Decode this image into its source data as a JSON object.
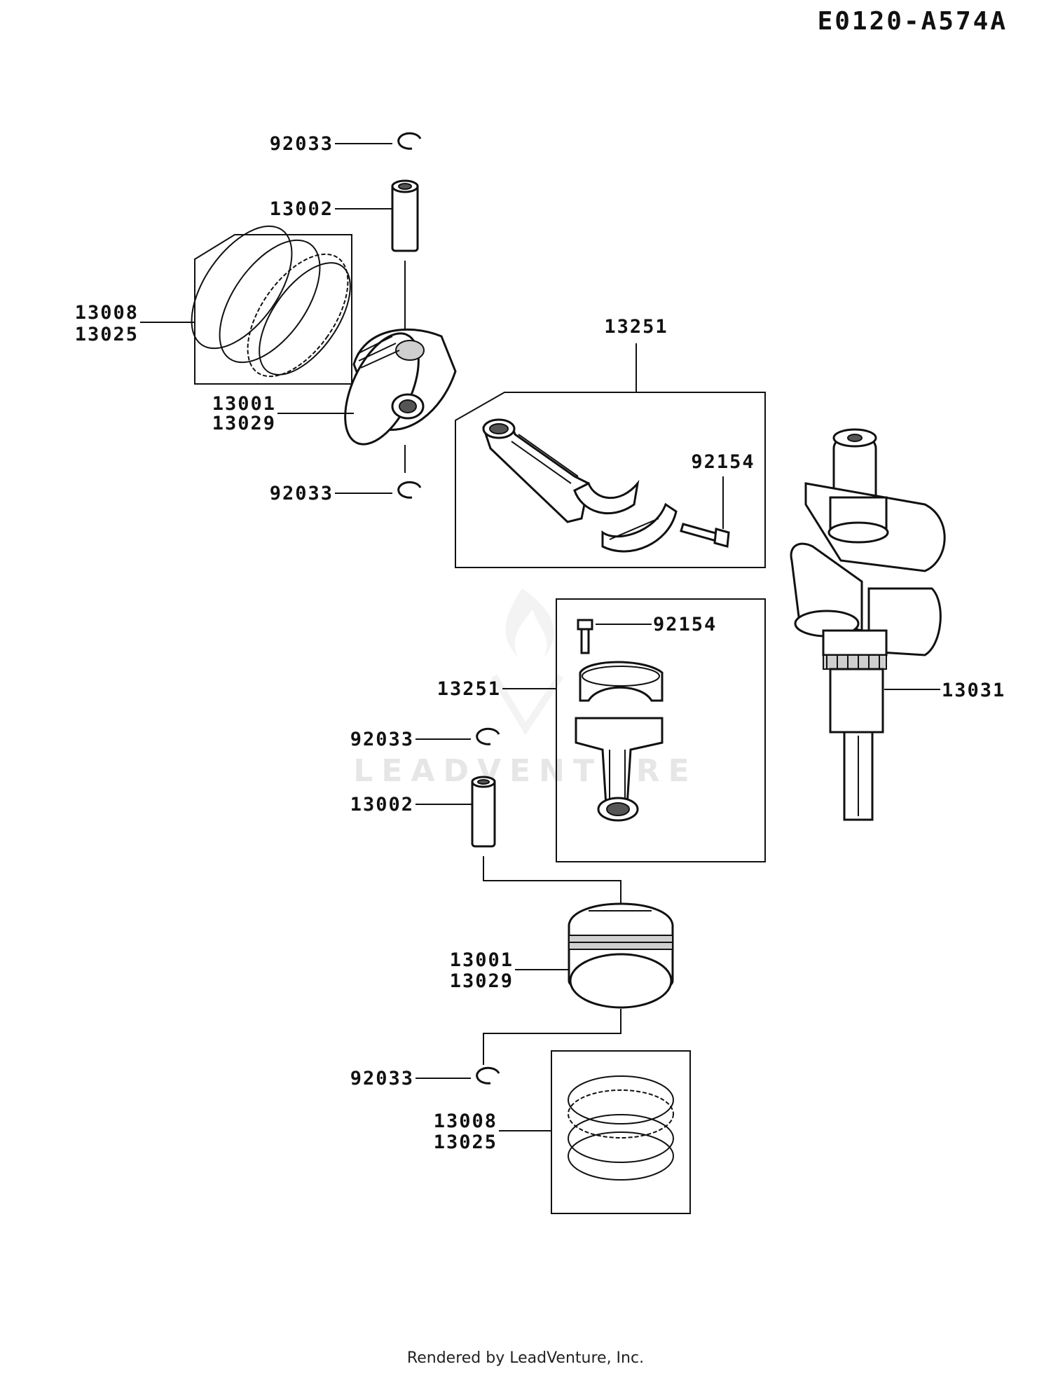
{
  "diagram_code": "E0120-A574A",
  "footer": "Rendered by LeadVenture, Inc.",
  "watermark": "LEADVENTURE",
  "callouts": {
    "top_circlip_upper": "92033",
    "top_pin": "13002",
    "top_rings_a": "13008",
    "top_rings_b": "13025",
    "top_piston_a": "13001",
    "top_piston_b": "13029",
    "top_circlip_lower": "92033",
    "top_rod": "13251",
    "top_rod_bolt": "92154",
    "crankshaft": "13031",
    "bot_rod_bolt": "92154",
    "bot_rod": "13251",
    "bot_circlip_upper": "92033",
    "bot_pin": "13002",
    "bot_piston_a": "13001",
    "bot_piston_b": "13029",
    "bot_circlip_lower": "92033",
    "bot_rings_a": "13008",
    "bot_rings_b": "13025"
  }
}
